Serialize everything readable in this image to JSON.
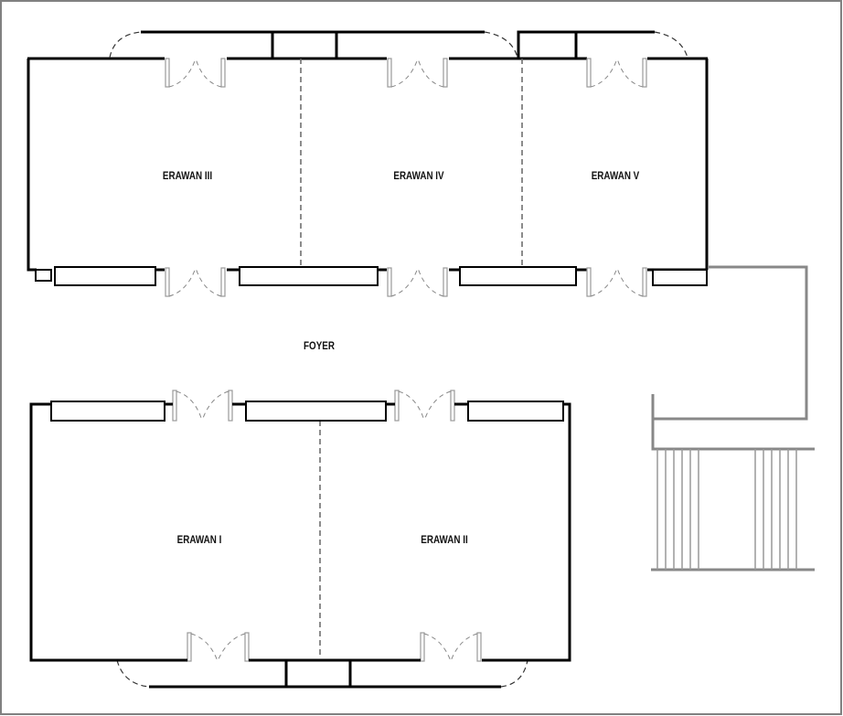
{
  "plan": {
    "rooms": [
      {
        "id": "erawan-3",
        "label": "ERAWAN III"
      },
      {
        "id": "erawan-4",
        "label": "ERAWAN IV"
      },
      {
        "id": "erawan-5",
        "label": "ERAWAN V"
      },
      {
        "id": "foyer",
        "label": "FOYER"
      },
      {
        "id": "erawan-1",
        "label": "ERAWAN I"
      },
      {
        "id": "erawan-2",
        "label": "ERAWAN II"
      }
    ],
    "colors": {
      "wall": "#000000",
      "door": "#999999",
      "stairs": "#888888",
      "border": "#808080"
    }
  }
}
